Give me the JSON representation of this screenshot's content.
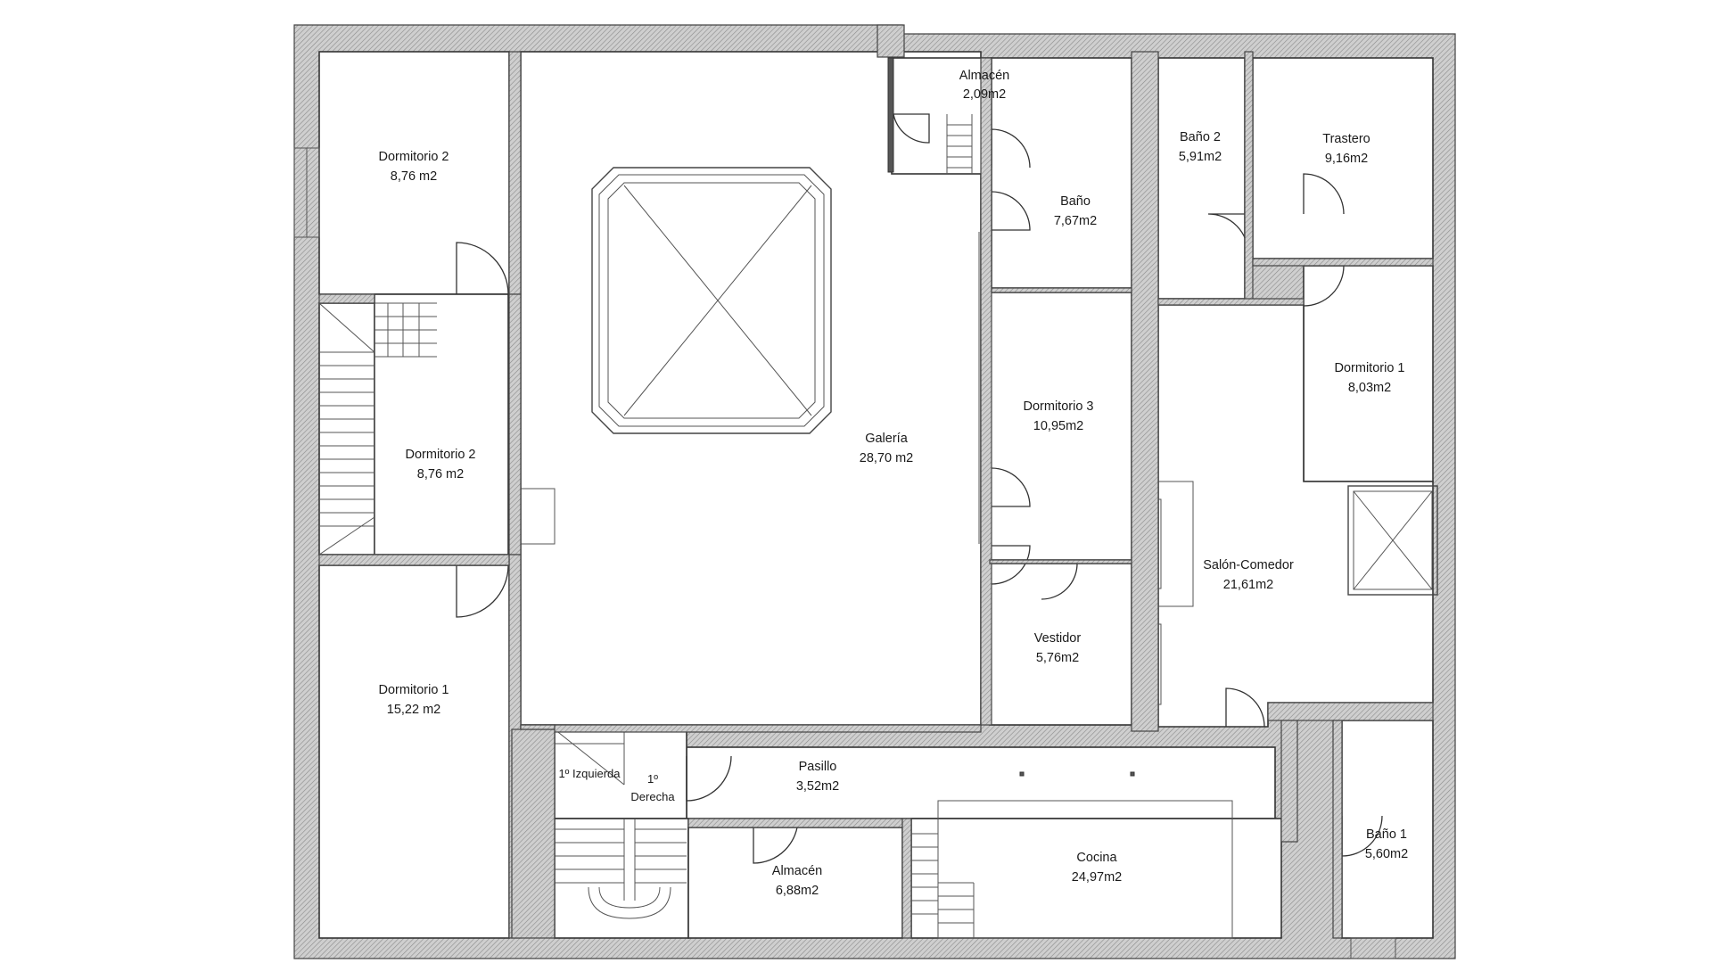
{
  "rooms": {
    "dormitorio2_top": {
      "name": "Dormitorio 2",
      "area": "8,76 m2"
    },
    "dormitorio2_mid": {
      "name": "Dormitorio 2",
      "area": "8,76 m2"
    },
    "dormitorio1_left": {
      "name": "Dormitorio 1",
      "area": "15,22 m2"
    },
    "galeria": {
      "name": "Galería",
      "area": "28,70 m2"
    },
    "almacen_top": {
      "name": "Almacén",
      "area": "2,09m2"
    },
    "bano": {
      "name": "Baño",
      "area": "7,67m2"
    },
    "dormitorio3": {
      "name": "Dormitorio 3",
      "area": "10,95m2"
    },
    "vestidor": {
      "name": "Vestidor",
      "area": "5,76m2"
    },
    "bano2": {
      "name": "Baño 2",
      "area": "5,91m2"
    },
    "trastero": {
      "name": "Trastero",
      "area": "9,16m2"
    },
    "dormitorio1_right": {
      "name": "Dormitorio 1",
      "area": "8,03m2"
    },
    "salon": {
      "name": "Salón-Comedor",
      "area": "21,61m2"
    },
    "pasillo": {
      "name": "Pasillo",
      "area": "3,52m2"
    },
    "almacen_bottom": {
      "name": "Almacén",
      "area": "6,88m2"
    },
    "cocina": {
      "name": "Cocina",
      "area": "24,97m2"
    },
    "bano1": {
      "name": "Baño 1",
      "area": "5,60m2"
    }
  },
  "landings": {
    "izquierda": "1º Izquierda",
    "derecha_num": "1º",
    "derecha": "Derecha"
  },
  "colors": {
    "wall_hatch": "#9a9a9a",
    "line": "#333333",
    "background": "#ffffff"
  }
}
